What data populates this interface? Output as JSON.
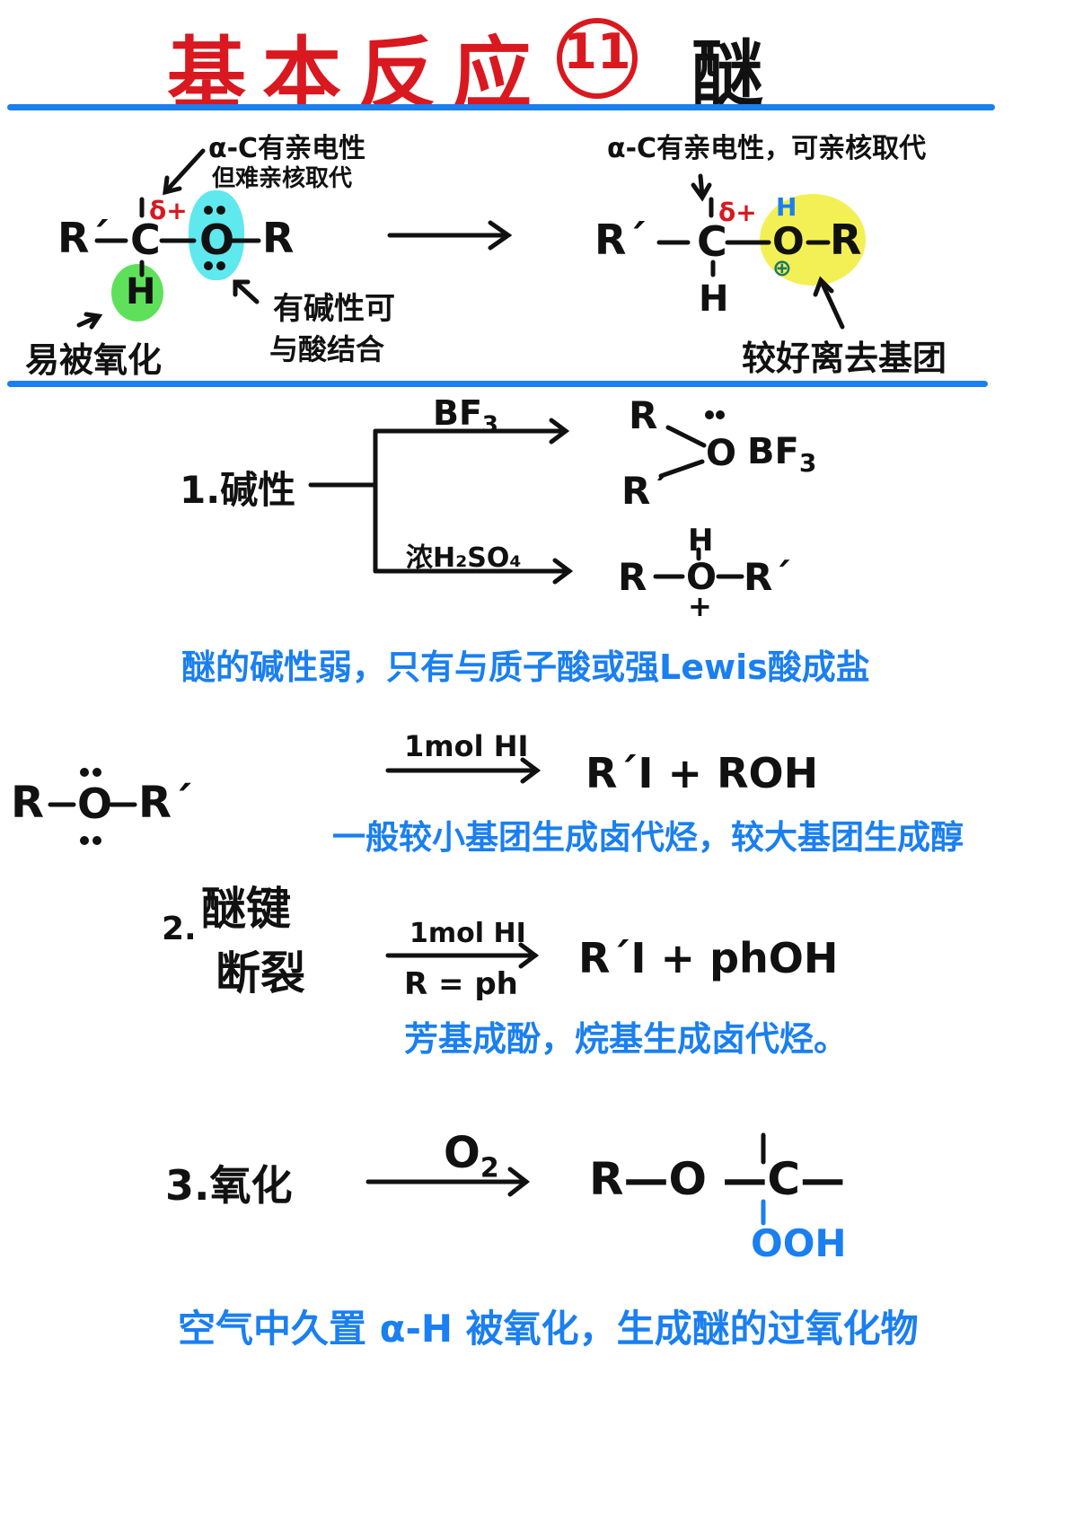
{
  "colors": {
    "title_red": "#d9181f",
    "note_blue": "#1a7ff0",
    "ink": "#111111",
    "highlight_green": "#5fe05a",
    "highlight_cyan": "#5fe8ee",
    "highlight_yellow": "#f3f055"
  },
  "title": {
    "main": "基本反应",
    "number": "11",
    "subject": "醚"
  },
  "top_panel": {
    "left_structure": {
      "r_left": "R´",
      "carbon": "C",
      "delta": "δ+",
      "oxygen": "O",
      "r_right": "R",
      "h": "H"
    },
    "left_note_carbon": [
      "α-C有亲电性",
      "但难亲核取代"
    ],
    "left_note_h": "易被氧化",
    "left_note_o": [
      "有碱性可",
      "与酸结合"
    ],
    "right_structure": {
      "r_left": "R´",
      "carbon": "C",
      "delta": "δ+",
      "oxygen": "O",
      "r_right": "R",
      "h_top": "H",
      "h_bottom": "H",
      "charge": "⊕"
    },
    "right_note_carbon": "α-C有亲电性，可亲核取代",
    "right_note_o": "较好离去基团"
  },
  "section1": {
    "label": "1.碱性",
    "reagent_top": "BF",
    "reagent_top_sub": "3",
    "reagent_bottom": "浓H₂SO₄",
    "product_top": {
      "r1": "R",
      "r2": "R´",
      "o": "O",
      "bf3": "BF",
      "bf3_sub": "3"
    },
    "product_bottom": {
      "r": "R",
      "o": "O",
      "r2": "R´",
      "h": "H",
      "charge": "+"
    },
    "note": "醚的碱性弱，只有与质子酸或强Lewis酸成盐"
  },
  "section2": {
    "ether": {
      "r": "R",
      "o": "O",
      "r2": "R´"
    },
    "label_num": "2.",
    "label_line1": "醚键",
    "label_line2": "断裂",
    "reaction1": {
      "reagent": "1mol HI",
      "product": "R´I  +  ROH",
      "note": "一般较小基团生成卤代烃，较大基团生成醇"
    },
    "reaction2": {
      "reagent": "1mol HI",
      "condition": "R = ph",
      "product": "R´I  +  phOH",
      "note": "芳基成酚，烷基生成卤代烃。"
    }
  },
  "section3": {
    "label": "3.氧化",
    "reagent": "O",
    "reagent_sub": "2",
    "product": "R—O —C—",
    "substituent": "OOH",
    "note": "空气中久置 α-H 被氧化，生成醚的过氧化物"
  }
}
